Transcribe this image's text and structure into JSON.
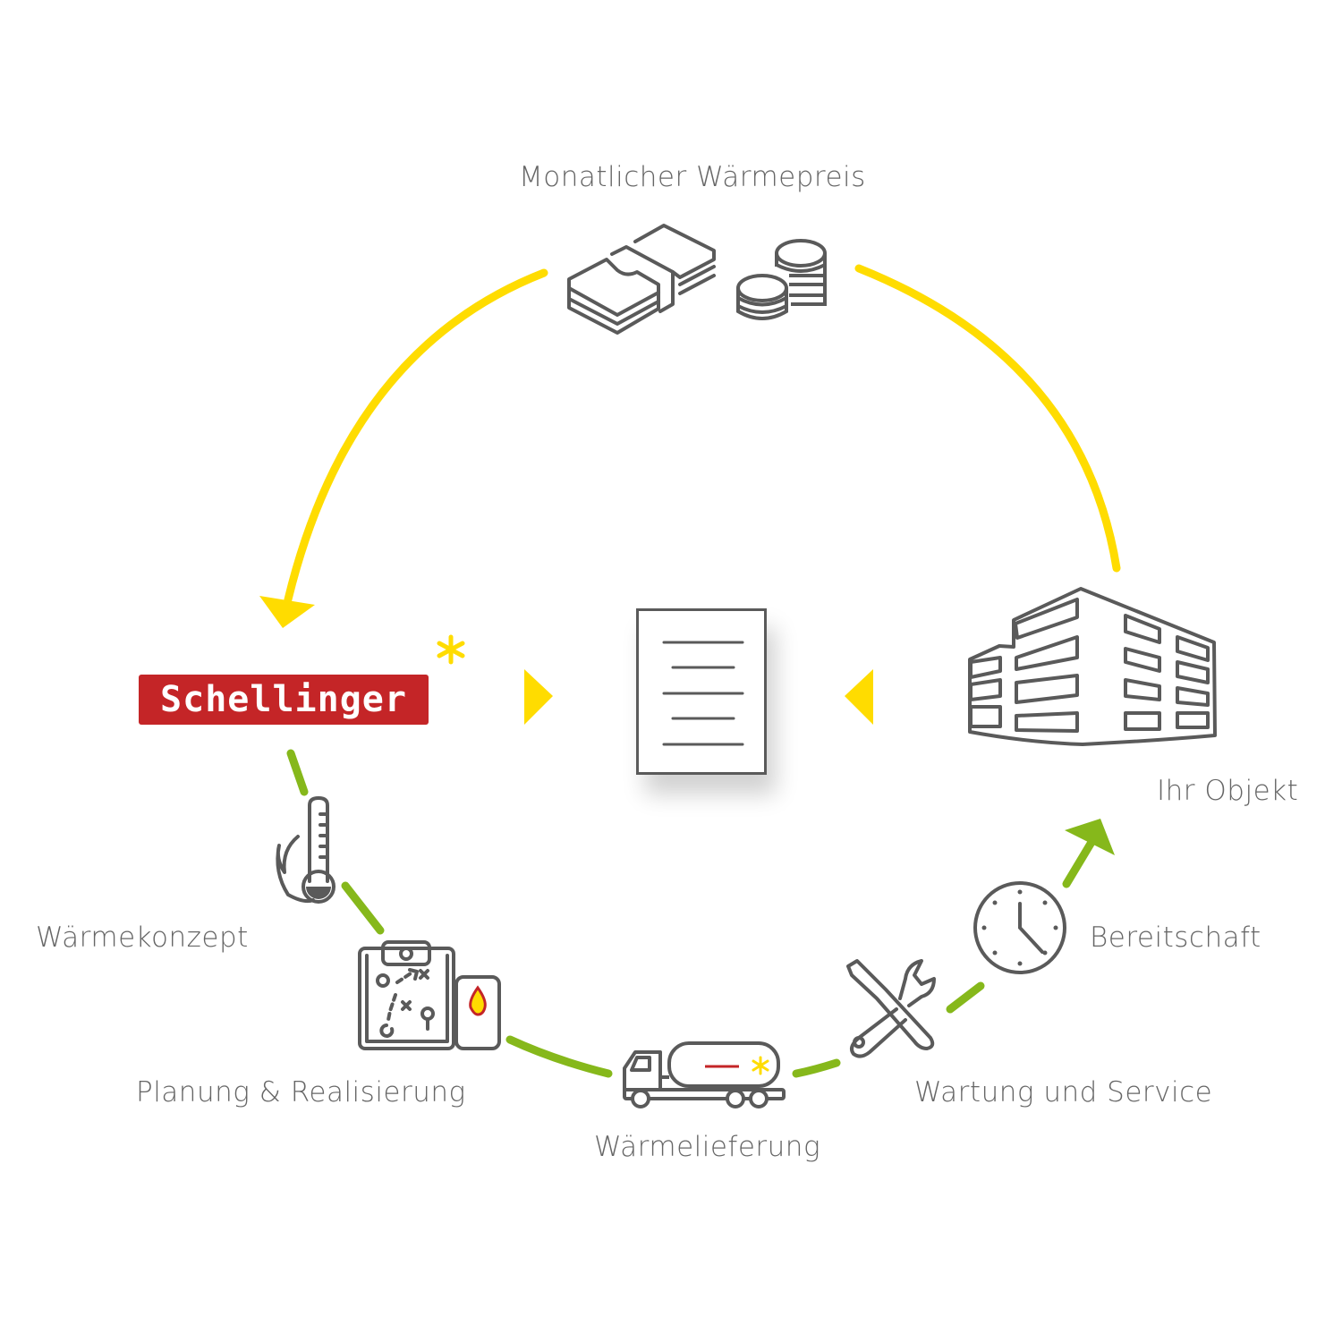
{
  "title": "Wärme-Contracting Kreislauf",
  "labels": {
    "monthly_price": "Monatlicher Wärmepreis",
    "heat_concept": "Wärmekonzept",
    "planning": "Planung & Realisierung",
    "delivery": "Wärmelieferung",
    "maintenance": "Wartung und Service",
    "standby": "Bereitschaft",
    "property": "Ihr Objekt"
  },
  "logo": {
    "text": "Schellinger"
  },
  "colors": {
    "yellow": "#ffdc00",
    "green": "#86b81b",
    "brand_red": "#c42527",
    "icon_gray": "#5a5a5a",
    "text_gray": "#666666"
  },
  "icons": [
    "money-stack-icon",
    "coin-stacks-icon",
    "contract-document-icon",
    "building-icon",
    "thermometer-flame-icon",
    "plan-clipboard-icon",
    "fuel-tank-icon",
    "tanker-truck-icon",
    "tools-icon",
    "clock-icon"
  ]
}
